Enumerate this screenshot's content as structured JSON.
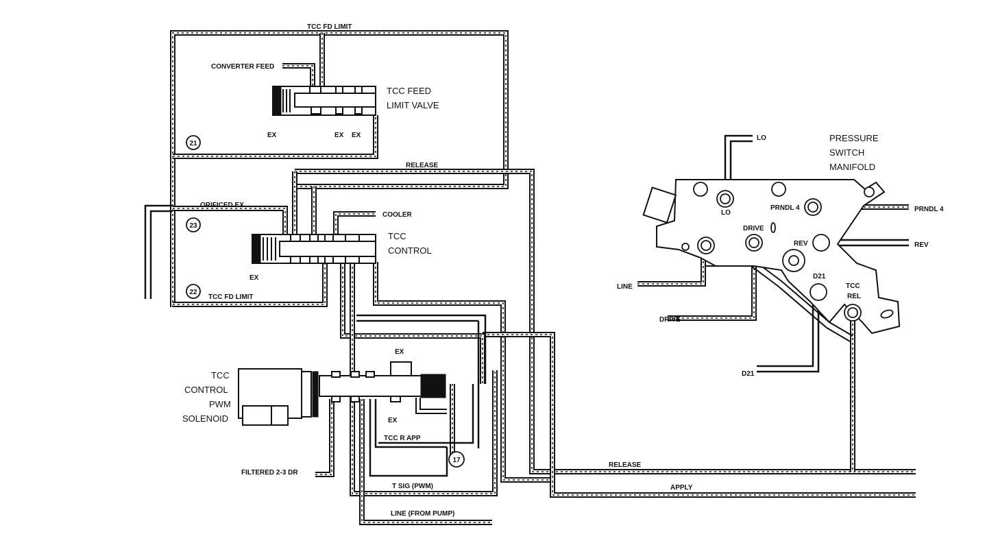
{
  "labels": {
    "tcc_fd_limit_top": "TCC FD LIMIT",
    "converter_feed": "CONVERTER FEED",
    "tcc_feed_limit_valve_1": "TCC FEED",
    "tcc_feed_limit_valve_2": "LIMIT VALVE",
    "ex": "EX",
    "release": "RELEASE",
    "orificed_ex": "ORIFICED EX",
    "cooler": "COOLER",
    "tcc_control_1": "TCC",
    "tcc_control_2": "CONTROL",
    "tcc_fd_limit_bottom": "TCC FD LIMIT",
    "solenoid_1": "TCC",
    "solenoid_2": "CONTROL",
    "solenoid_3": "PWM",
    "solenoid_4": "SOLENOID",
    "filtered_2_3_dr": "FILTERED 2-3 DR",
    "tcc_r_app": "TCC R APP",
    "t_sig_pwm": "T SIG (PWM)",
    "line_from_pump": "LINE (FROM PUMP)",
    "release_bottom": "RELEASE",
    "apply": "APPLY",
    "psm_1": "PRESSURE",
    "psm_2": "SWITCH",
    "psm_3": "MANIFOLD",
    "lo": "LO",
    "prndl4": "PRNDL 4",
    "rev": "REV",
    "drive": "DRIVE",
    "line": "LINE",
    "d21": "D21",
    "tcc": "TCC",
    "rel": "REL"
  },
  "numbers": {
    "n21": "21",
    "n23": "23",
    "n22": "22",
    "n17": "17"
  }
}
